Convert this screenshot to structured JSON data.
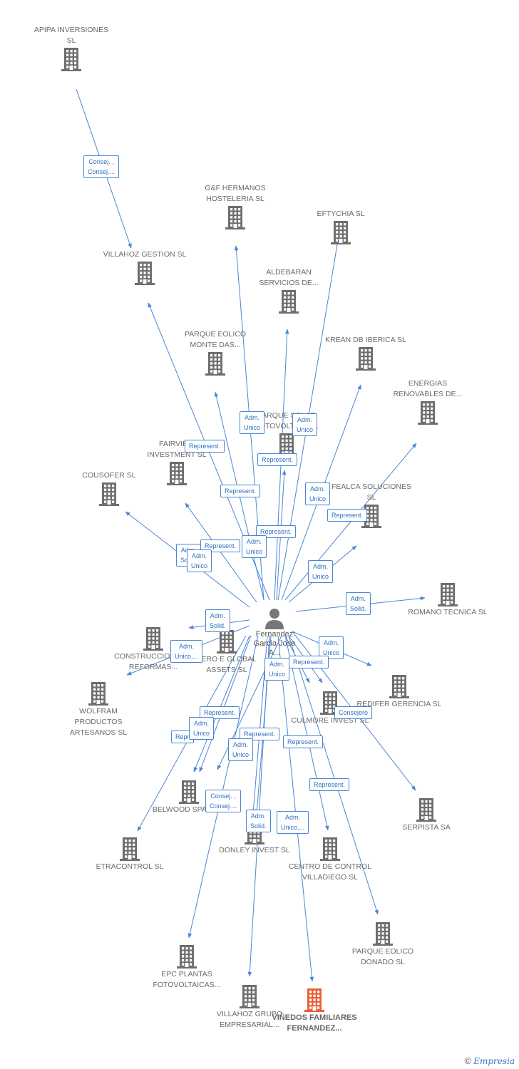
{
  "center": {
    "name": "Fernandez Garcia Jose A..."
  },
  "companies": [
    {
      "id": "apipa",
      "name": "APIPA INVERSIONES SL"
    },
    {
      "id": "villahoz-gestion",
      "name": "VILLAHOZ GESTION SL"
    },
    {
      "id": "gf",
      "name": "G&F HERMANOS HOSTELERIA SL"
    },
    {
      "id": "eftychia",
      "name": "EFTYCHIA SL"
    },
    {
      "id": "aldebaran",
      "name": "ALDEBARAN SERVICIOS DE..."
    },
    {
      "id": "parque-monte",
      "name": "PARQUE EOLICO MONTE DAS..."
    },
    {
      "id": "krean",
      "name": "KREAN DB IBERICA SL"
    },
    {
      "id": "energias",
      "name": "ENERGIAS RENOVABLES DE..."
    },
    {
      "id": "parque-solar",
      "name": "PARQUE SOLAR FOTOVOLTAICO..."
    },
    {
      "id": "fairview",
      "name": "FAIRVIEW INVESTMENT SL"
    },
    {
      "id": "cousofer",
      "name": "COUSOFER SL"
    },
    {
      "id": "fealca",
      "name": "FEALCA SOLUCIONES SL"
    },
    {
      "id": "romano",
      "name": "ROMANO TECNICA SL"
    },
    {
      "id": "construcciones",
      "name": "CONSTRUCCIONES Y REFORMAS..."
    },
    {
      "id": "zero",
      "name": "ZERO E GLOBAL ASSETS SL"
    },
    {
      "id": "wolfram",
      "name": "WOLFRAM PRODUCTOS ARTESANOS SL"
    },
    {
      "id": "redifer",
      "name": "REDIFER GERENCIA SL"
    },
    {
      "id": "culmore",
      "name": "CULMORE INVEST SL"
    },
    {
      "id": "belwood",
      "name": "BELWOOD SPAIN SL"
    },
    {
      "id": "serpista",
      "name": "SERPISTA SA"
    },
    {
      "id": "etracontrol",
      "name": "ETRACONTROL SL"
    },
    {
      "id": "donley",
      "name": "DONLEY INVEST SL"
    },
    {
      "id": "centro",
      "name": "CENTRO DE CONTROL VILLADIEGO SL"
    },
    {
      "id": "parque-donado",
      "name": "PARQUE EOLICO DONADO SL"
    },
    {
      "id": "epc",
      "name": "EPC PLANTAS FOTOVOLTAICAS..."
    },
    {
      "id": "villahoz-grupo",
      "name": "VILLAHOZ GRUPO EMPRESARIAL..."
    },
    {
      "id": "vinedos",
      "name": "VIÑEDOS FAMILIARES FERNANDEZ...",
      "focus": true
    }
  ],
  "edge_labels": [
    {
      "id": "l1",
      "lines": [
        "Consej. ,",
        "Consej...."
      ]
    },
    {
      "id": "l2",
      "lines": [
        "Adm.",
        "Unico"
      ]
    },
    {
      "id": "l3",
      "lines": [
        "Adm.",
        "Unico"
      ]
    },
    {
      "id": "l4",
      "lines": [
        "Represent."
      ]
    },
    {
      "id": "l5",
      "lines": [
        "Represent."
      ]
    },
    {
      "id": "l6",
      "lines": [
        "Represent."
      ]
    },
    {
      "id": "l7",
      "lines": [
        "Adm.",
        "Unico"
      ]
    },
    {
      "id": "l8",
      "lines": [
        "Represent."
      ]
    },
    {
      "id": "l9",
      "lines": [
        "Represent."
      ]
    },
    {
      "id": "l10",
      "lines": [
        "Adm.",
        "Unico"
      ]
    },
    {
      "id": "l11",
      "lines": [
        "Adm.",
        "Solid."
      ]
    },
    {
      "id": "l12",
      "lines": [
        "Represent."
      ]
    },
    {
      "id": "l13",
      "lines": [
        "Adm.",
        "Unico"
      ]
    },
    {
      "id": "l14",
      "lines": [
        "Adm.",
        "Unico"
      ]
    },
    {
      "id": "l15",
      "lines": [
        "Adm.",
        "Solid."
      ]
    },
    {
      "id": "l16",
      "lines": [
        "Adm.",
        "Solid."
      ]
    },
    {
      "id": "l17",
      "lines": [
        "Adm.",
        "Unico,..."
      ]
    },
    {
      "id": "l18",
      "lines": [
        "Adm.",
        "Unico"
      ]
    },
    {
      "id": "l19",
      "lines": [
        "Represent."
      ]
    },
    {
      "id": "l20",
      "lines": [
        "Adm.",
        "Unico"
      ]
    },
    {
      "id": "l21",
      "lines": [
        "Consejero"
      ]
    },
    {
      "id": "l22",
      "lines": [
        "Represent."
      ]
    },
    {
      "id": "l23",
      "lines": [
        "Repr"
      ]
    },
    {
      "id": "l24",
      "lines": [
        "Adm.",
        "Unico"
      ]
    },
    {
      "id": "l25",
      "lines": [
        "Represent."
      ]
    },
    {
      "id": "l26",
      "lines": [
        "Adm.",
        "Unico"
      ]
    },
    {
      "id": "l27",
      "lines": [
        "Represent."
      ]
    },
    {
      "id": "l28",
      "lines": [
        "Represent."
      ]
    },
    {
      "id": "l29",
      "lines": [
        "Consej. ,",
        "Consej...."
      ]
    },
    {
      "id": "l30",
      "lines": [
        "Adm.",
        "Solid."
      ]
    },
    {
      "id": "l31",
      "lines": [
        "Adm.",
        "Unico,..."
      ]
    }
  ],
  "footer": {
    "copyright": "©",
    "brand": "Empresia"
  },
  "colors": {
    "edge": "#4a86d4",
    "building": "#6e6e6e",
    "focus_building": "#e8603a"
  }
}
